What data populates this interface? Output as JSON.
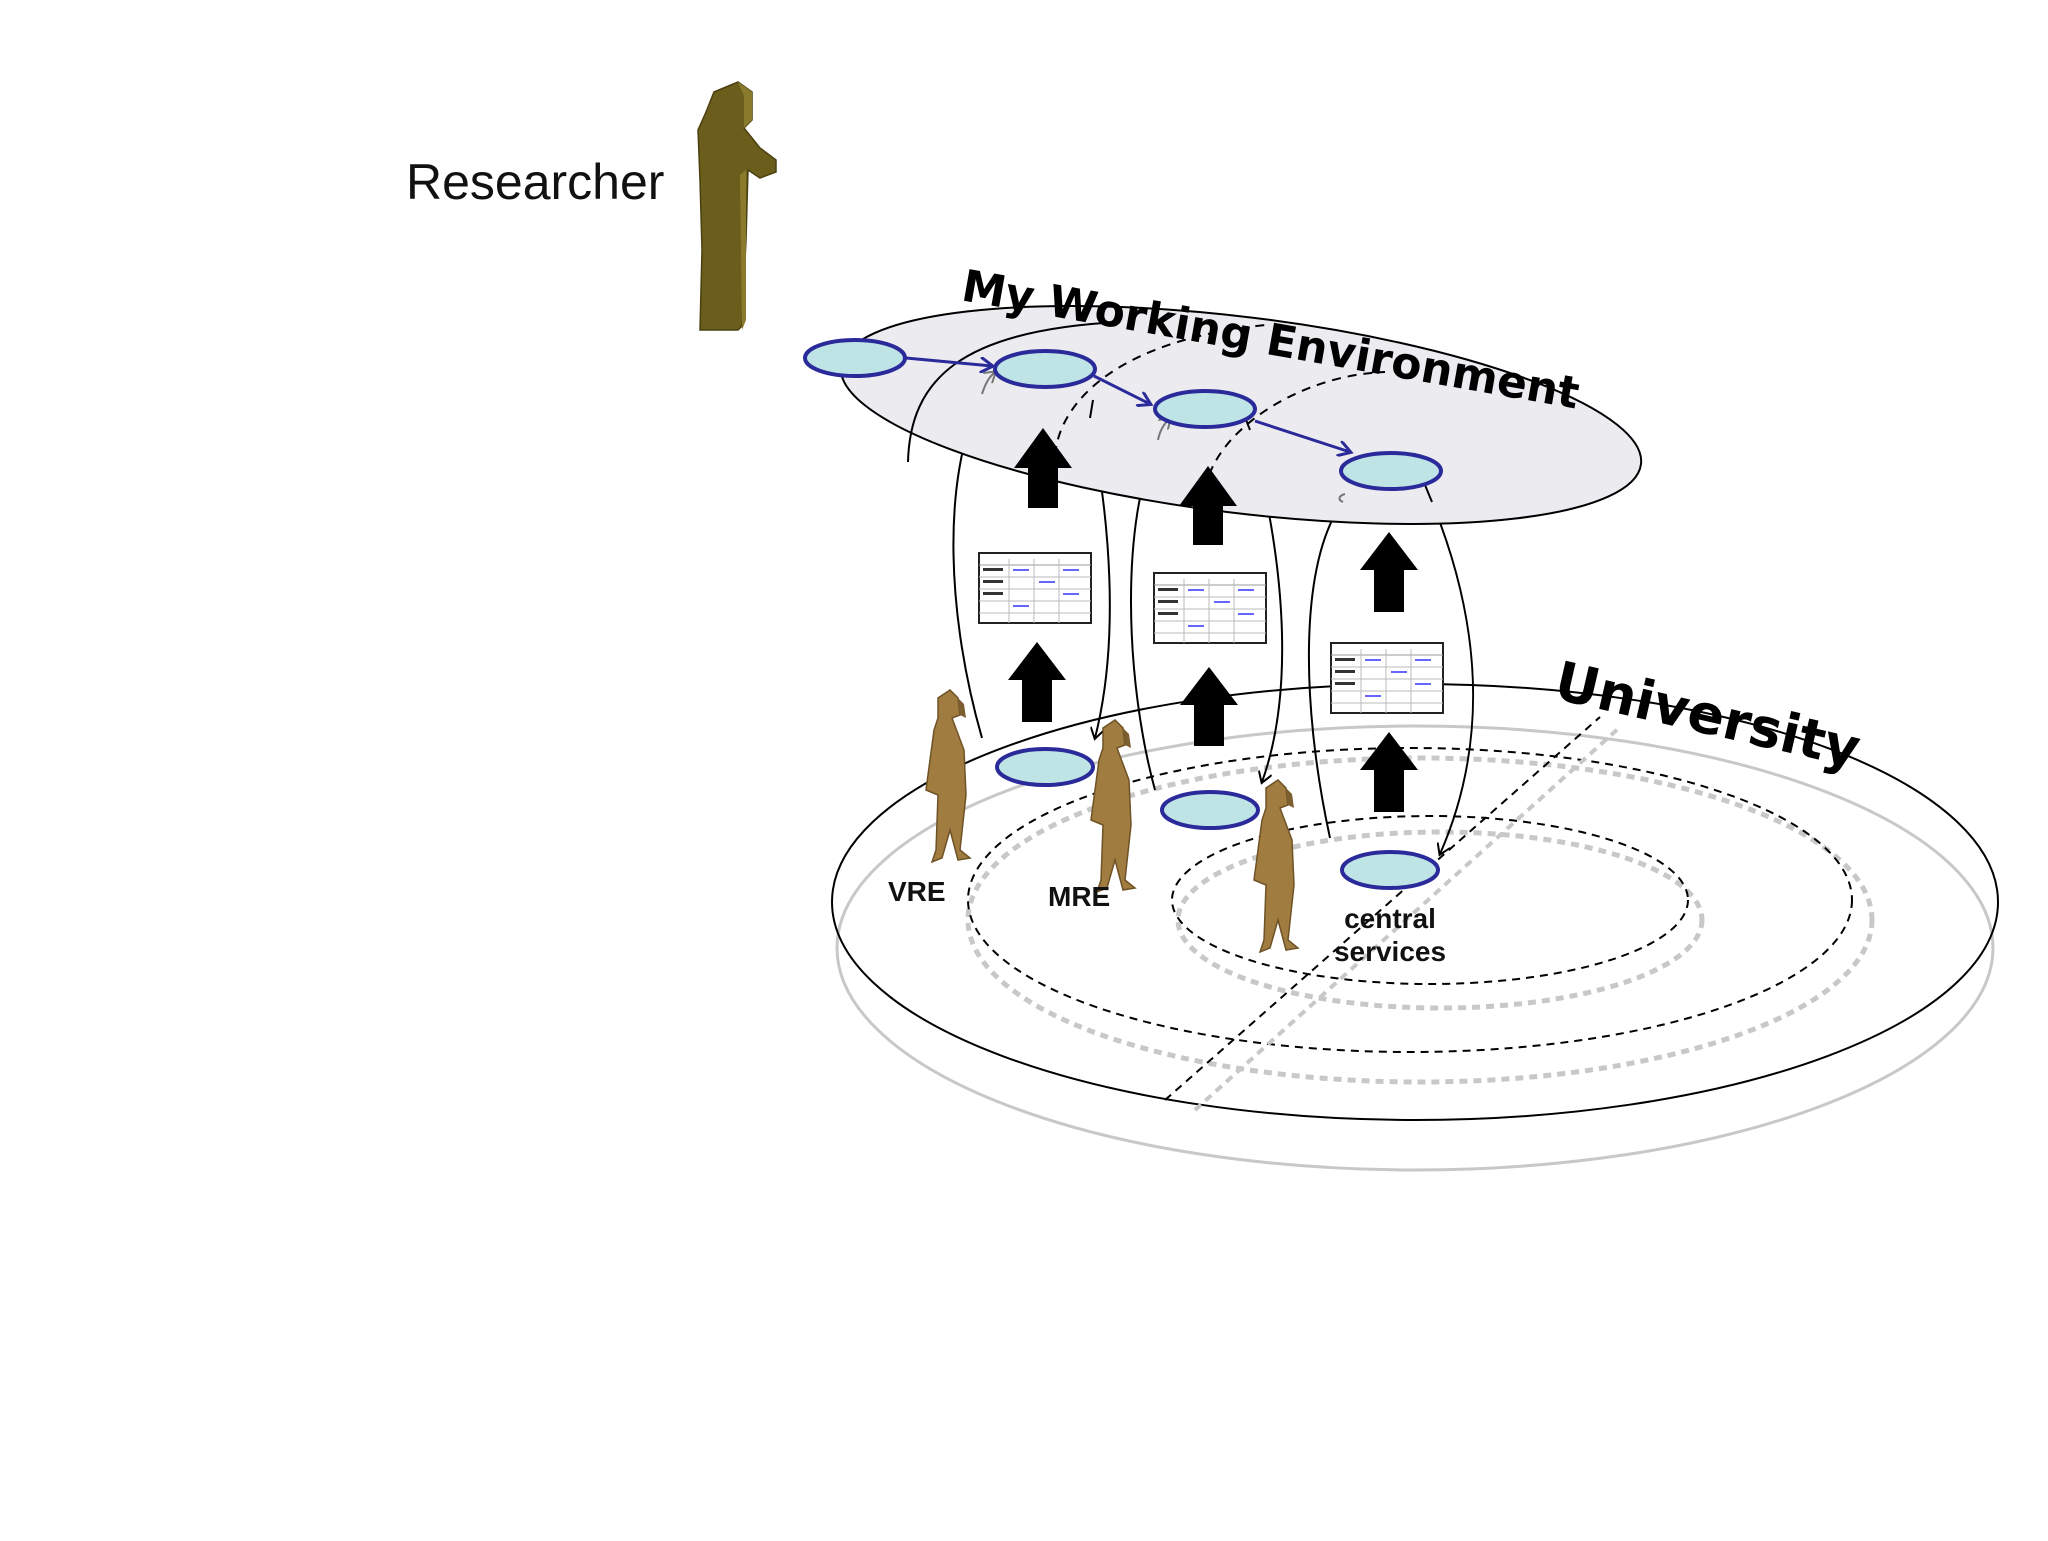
{
  "labels": {
    "researcher": "Researcher",
    "my_working_environment": "My Working Environment",
    "university": "University",
    "vre": "VRE",
    "mre": "MRE",
    "central_services_line1": "central",
    "central_services_line2": "services"
  },
  "colors": {
    "figure_olive": "#6b5e1c",
    "figure_tan": "#a07c40",
    "node_fill": "#bfe4e6",
    "node_stroke": "#2a2a9a",
    "platform_fill": "#ecebf0"
  }
}
